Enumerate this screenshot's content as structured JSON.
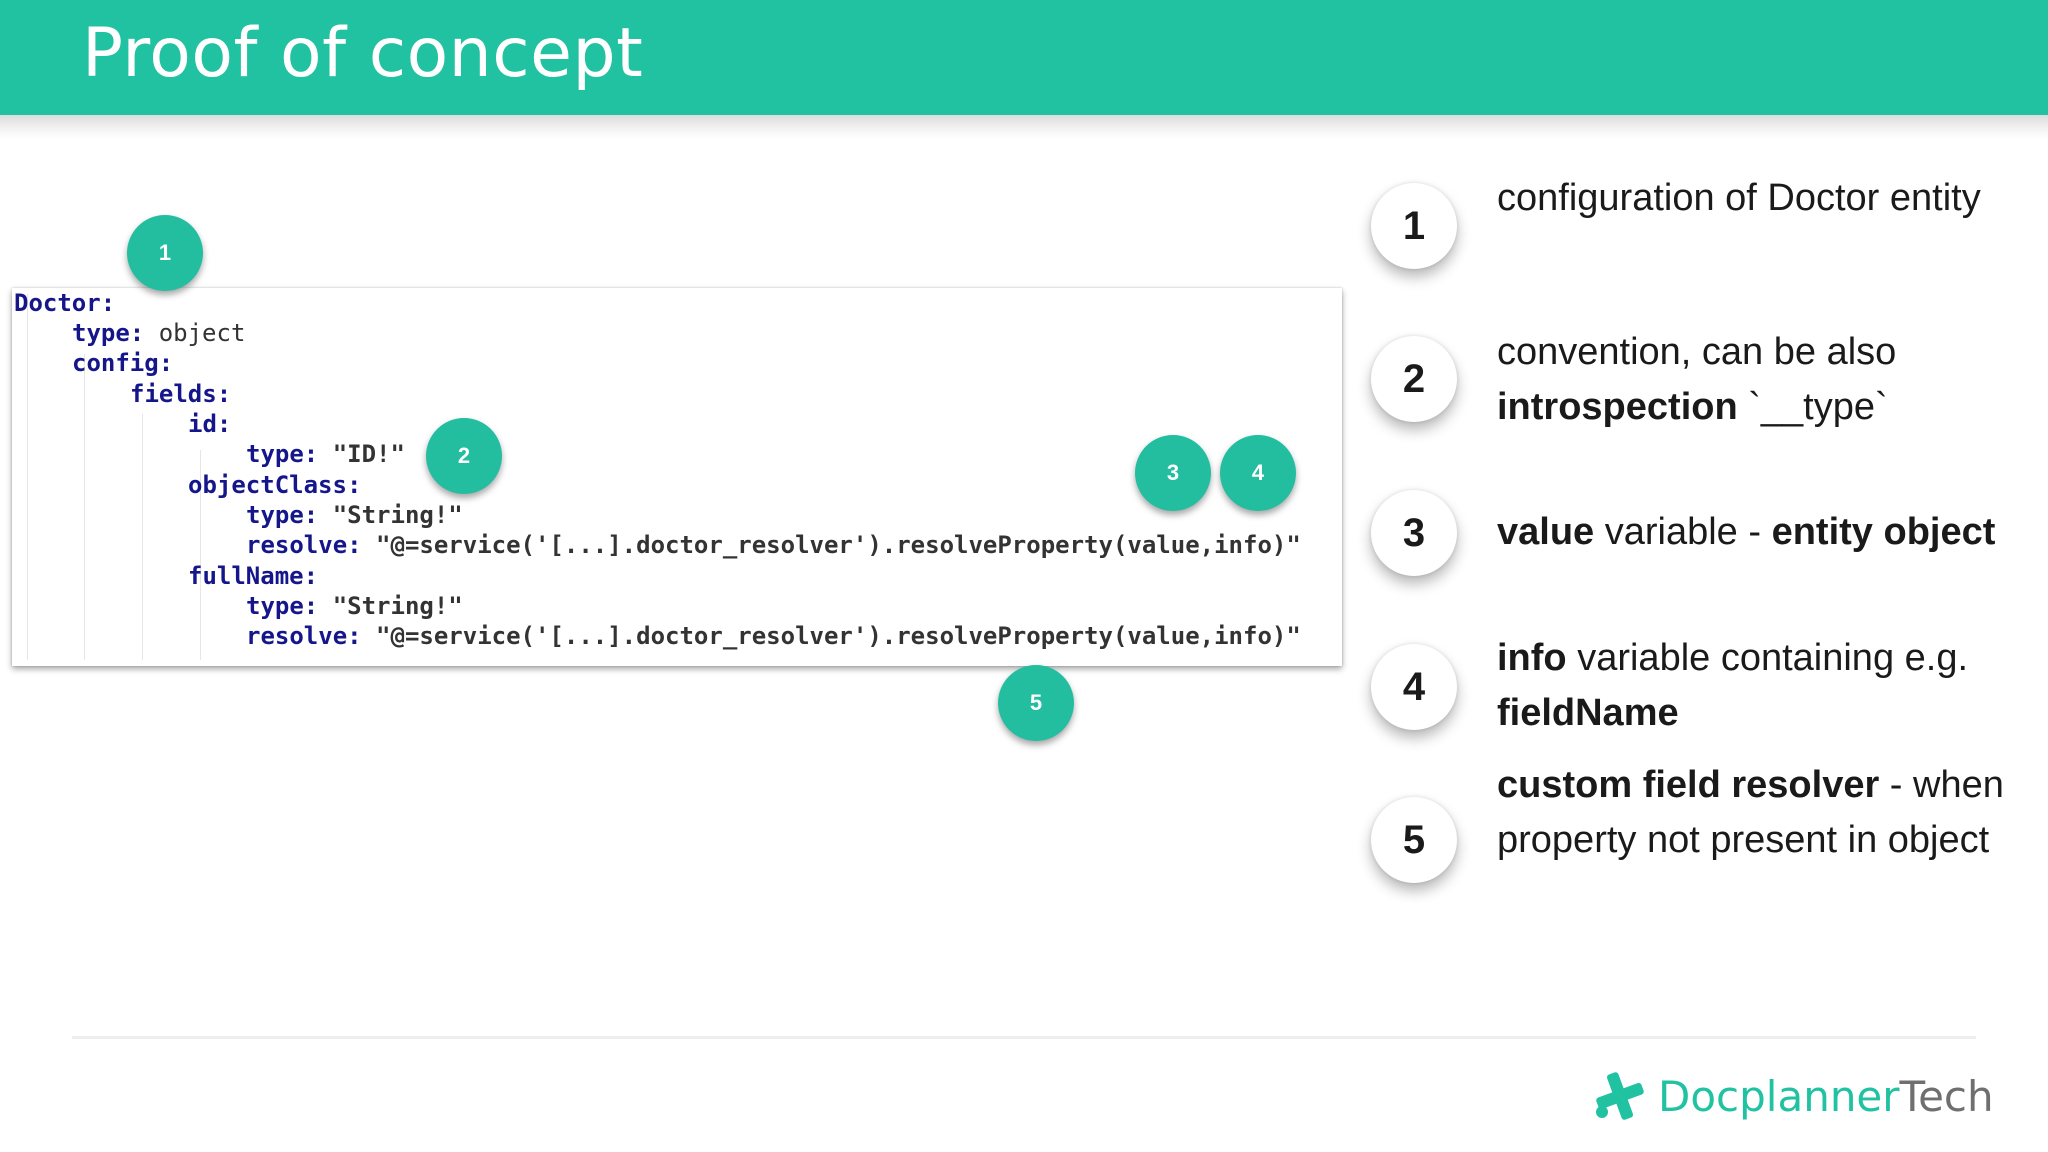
{
  "header": {
    "title": "Proof of concept"
  },
  "code": {
    "lines": [
      {
        "key": "Doctor:",
        "value": ""
      },
      {
        "key": "type:",
        "value": " object"
      },
      {
        "key": "config:",
        "value": ""
      },
      {
        "key": "fields:",
        "value": ""
      },
      {
        "key": "id:",
        "value": ""
      },
      {
        "key": "type:",
        "value": " \"ID!\""
      },
      {
        "key": "objectClass:",
        "value": ""
      },
      {
        "key": "type:",
        "value": " \"String!\""
      },
      {
        "key": "resolve:",
        "value": " \"@=service('[...].doctor_resolver').resolveProperty(value,info)\""
      },
      {
        "key": "fullName:",
        "value": ""
      },
      {
        "key": "type:",
        "value": " \"String!\""
      },
      {
        "key": "resolve:",
        "value": " \"@=service('[...].doctor_resolver').resolveProperty(value,info)\""
      }
    ]
  },
  "callouts": [
    "1",
    "2",
    "3",
    "4",
    "5"
  ],
  "legend": [
    {
      "num": "1",
      "parts": [
        {
          "t": "configuration of Doctor entity",
          "b": false
        }
      ]
    },
    {
      "num": "2",
      "parts": [
        {
          "t": "convention, can be also ",
          "b": false
        },
        {
          "t": "introspection",
          "b": true
        },
        {
          "t": " `__type`",
          "b": false
        }
      ]
    },
    {
      "num": "3",
      "parts": [
        {
          "t": "value",
          "b": true
        },
        {
          "t": " variable - ",
          "b": false
        },
        {
          "t": "entity object",
          "b": true
        }
      ]
    },
    {
      "num": "4",
      "parts": [
        {
          "t": "info",
          "b": true
        },
        {
          "t": " variable containing e.g. ",
          "b": false
        },
        {
          "t": "fieldName",
          "b": true
        }
      ]
    },
    {
      "num": "5",
      "parts": [
        {
          "t": "custom field resolver",
          "b": true
        },
        {
          "t": " - when property not present in object",
          "b": false
        }
      ]
    }
  ],
  "footer": {
    "logo_brand": "Docplanner",
    "logo_suffix": "Tech"
  },
  "colors": {
    "accent": "#21c2a1",
    "code_key": "#15168a"
  }
}
